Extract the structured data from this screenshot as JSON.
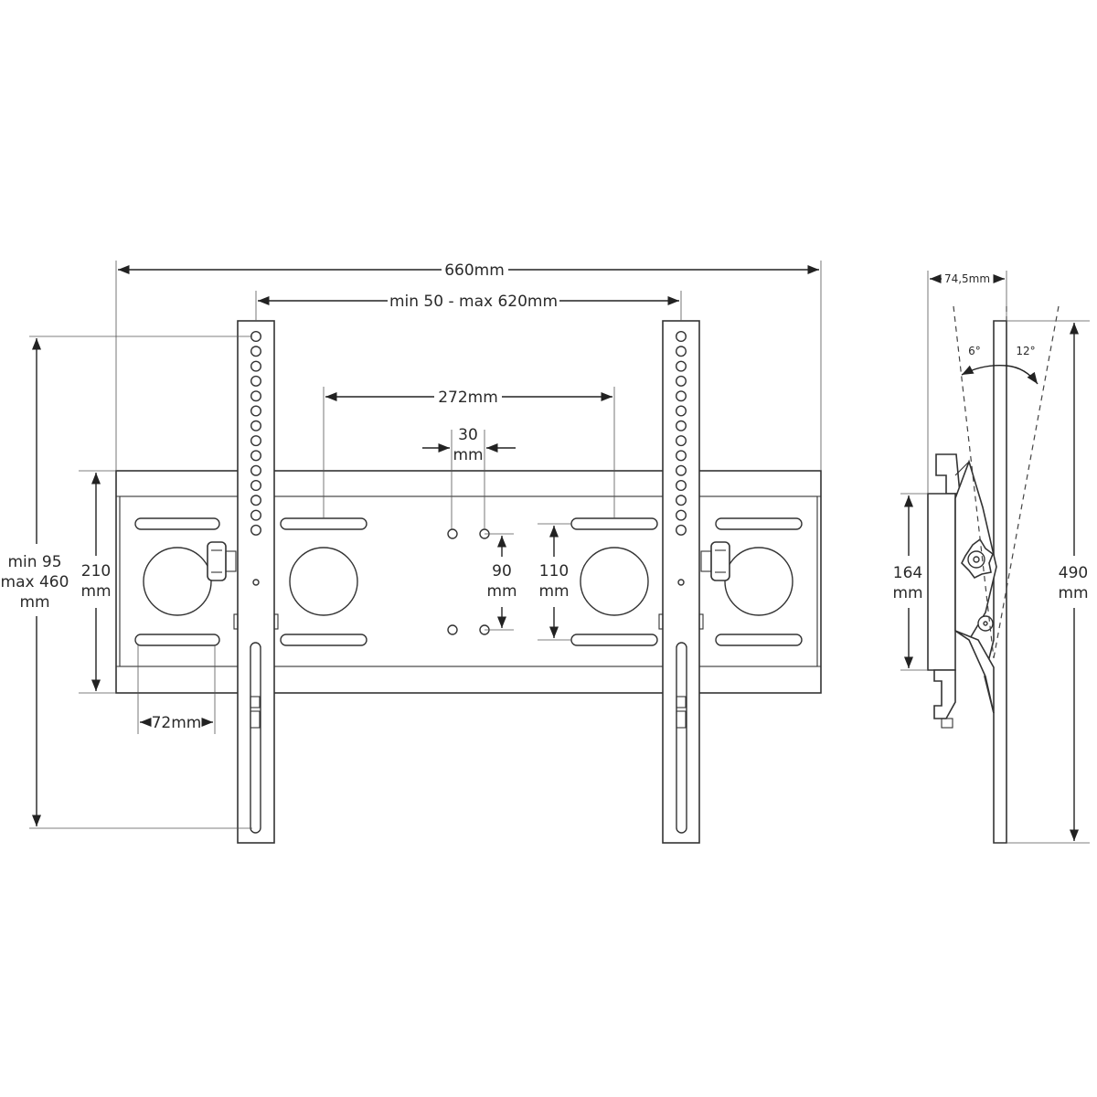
{
  "front_view": {
    "overall_width": "660mm",
    "rail_spacing": "min 50 - max 620mm",
    "slot_spacing": "272mm",
    "hole_spacing_h": {
      "value": "30",
      "unit": "mm"
    },
    "hole_spacing_v": {
      "value": "90",
      "unit": "mm"
    },
    "slot_height": {
      "value": "110",
      "unit": "mm"
    },
    "plate_height": {
      "value": "210",
      "unit": "mm"
    },
    "slot_length": "72mm",
    "vertical_range": {
      "line1": "min 95",
      "line2": "max 460",
      "line3": "mm"
    }
  },
  "side_view": {
    "depth": "74,5mm",
    "tilt_forward": "6°",
    "tilt_back": "12°",
    "bracket_height": {
      "value": "164",
      "unit": "mm"
    },
    "total_height": {
      "value": "490",
      "unit": "mm"
    }
  },
  "colors": {
    "line": "#333333",
    "background": "#ffffff"
  }
}
